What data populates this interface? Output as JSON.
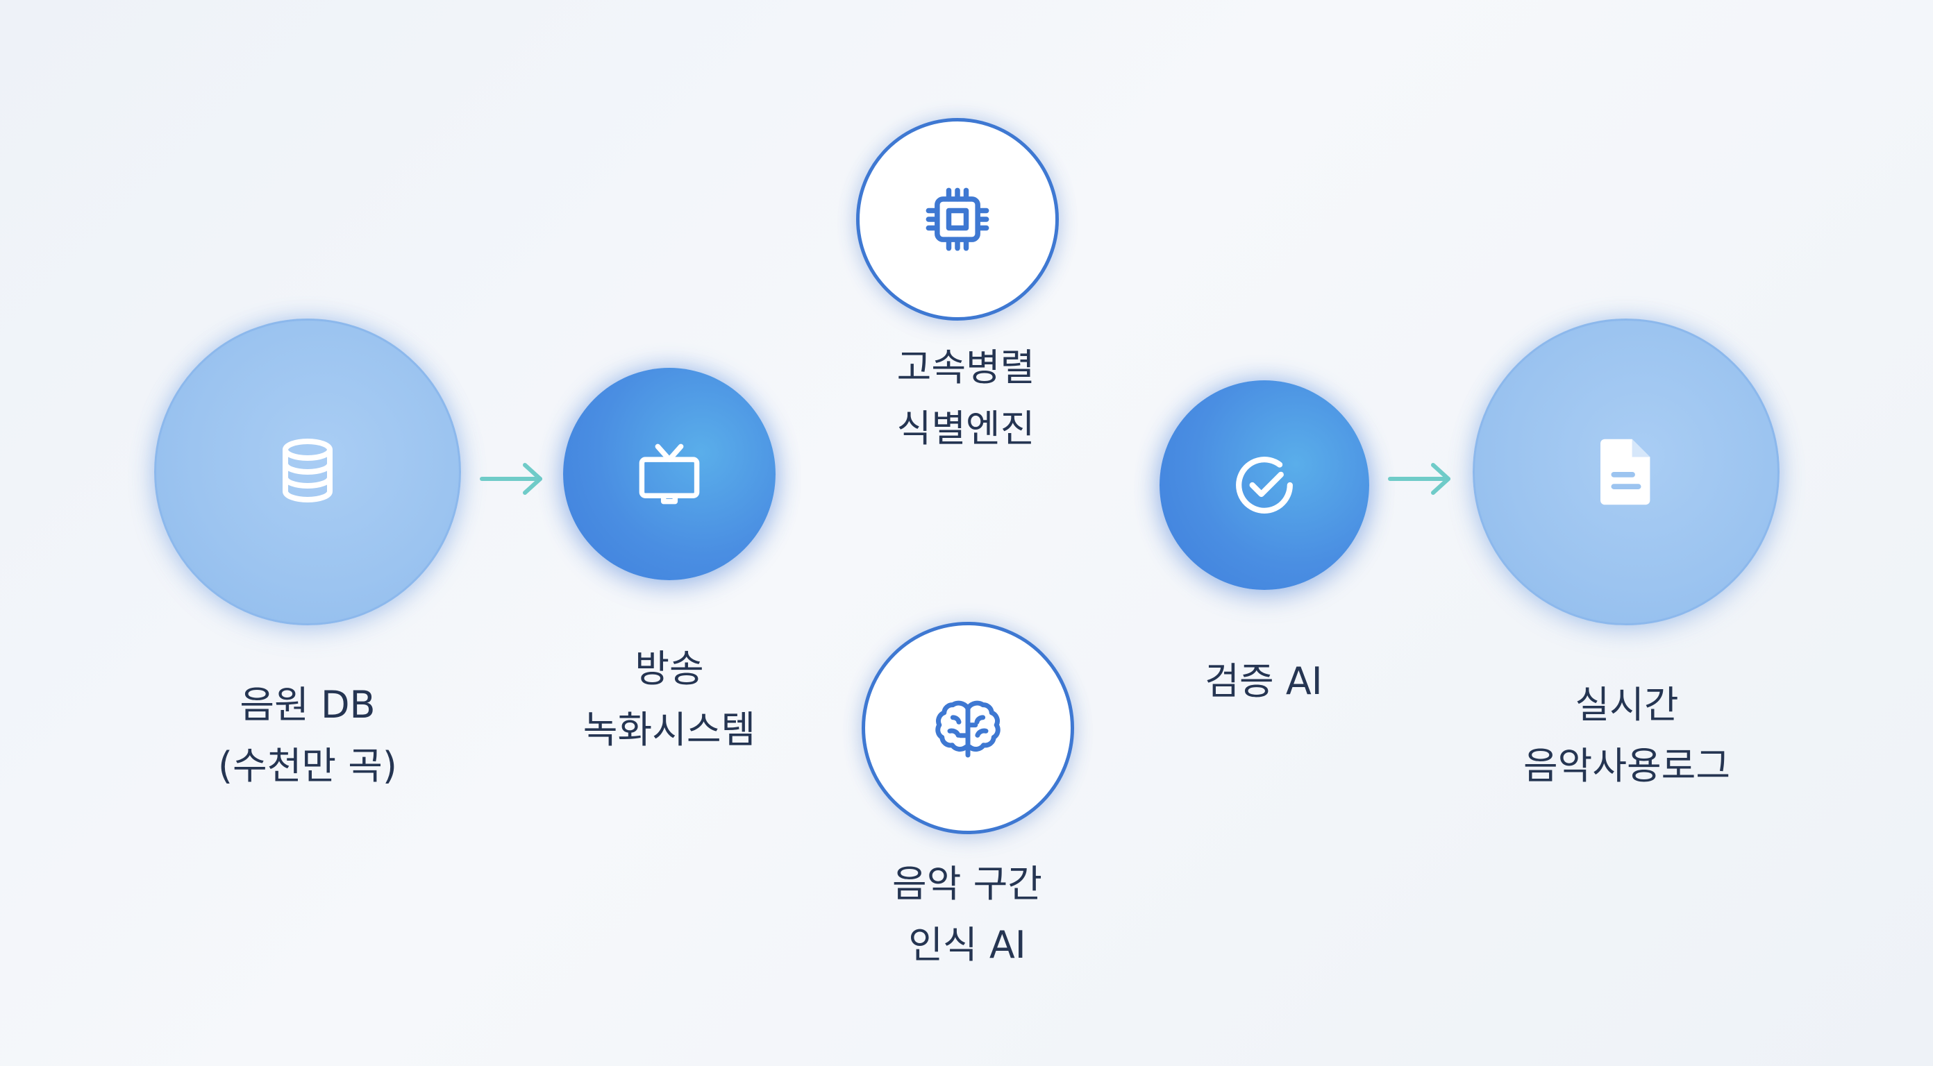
{
  "colors": {
    "accent_blue": "#3e78d2",
    "light_node": "#9cc4f0",
    "arrow_teal": "#6fcbc8",
    "label_text": "#253552"
  },
  "nodes": {
    "music_db": {
      "icon": "database-icon",
      "line1": "음원 DB",
      "line2": "(수천만 곡)"
    },
    "broadcast": {
      "icon": "tv-icon",
      "line1": "방송",
      "line2": "녹화시스템"
    },
    "engine": {
      "icon": "cpu-chip-icon",
      "line1": "고속병렬",
      "line2": "식별엔진"
    },
    "segment_ai": {
      "icon": "brain-icon",
      "line1": "음악 구간",
      "line2": "인식 AI"
    },
    "verify_ai": {
      "icon": "check-circle-icon",
      "line1": "검증 AI"
    },
    "usage_log": {
      "icon": "document-icon",
      "line1": "실시간",
      "line2": "음악사용로그"
    }
  }
}
